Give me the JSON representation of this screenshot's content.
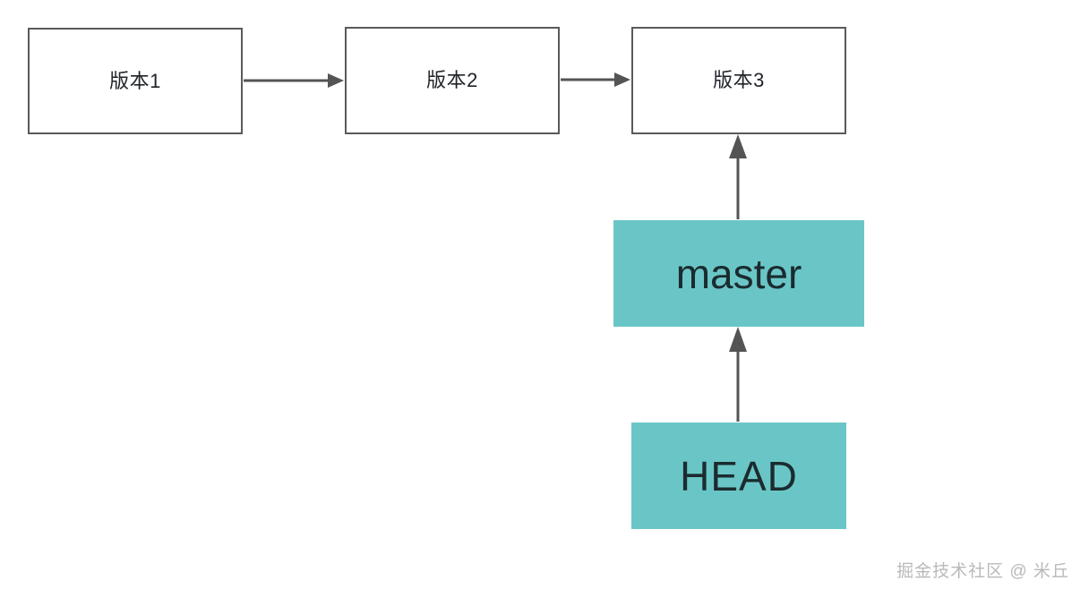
{
  "diagram": {
    "title": "Git version history with master branch and HEAD pointer",
    "background_color": "#ffffff",
    "colors": {
      "version_box_border": "#5a5a5a",
      "version_box_fill": "#ffffff",
      "ref_box_fill": "#6ac6c6",
      "text_dark": "#1f2328",
      "arrow": "#545454",
      "watermark": "#b9b9b9"
    },
    "nodes": [
      {
        "id": "v1",
        "label": "版本1",
        "kind": "version-box"
      },
      {
        "id": "v2",
        "label": "版本2",
        "kind": "version-box"
      },
      {
        "id": "v3",
        "label": "版本3",
        "kind": "version-box"
      },
      {
        "id": "master",
        "label": "master",
        "kind": "ref-box"
      },
      {
        "id": "head",
        "label": "HEAD",
        "kind": "ref-box"
      }
    ],
    "edges": [
      {
        "from": "v1",
        "to": "v2",
        "direction": "right"
      },
      {
        "from": "v2",
        "to": "v3",
        "direction": "right"
      },
      {
        "from": "master",
        "to": "v3",
        "direction": "up"
      },
      {
        "from": "head",
        "to": "master",
        "direction": "up"
      }
    ]
  },
  "watermark": {
    "text": "掘金技术社区 @ 米丘"
  }
}
